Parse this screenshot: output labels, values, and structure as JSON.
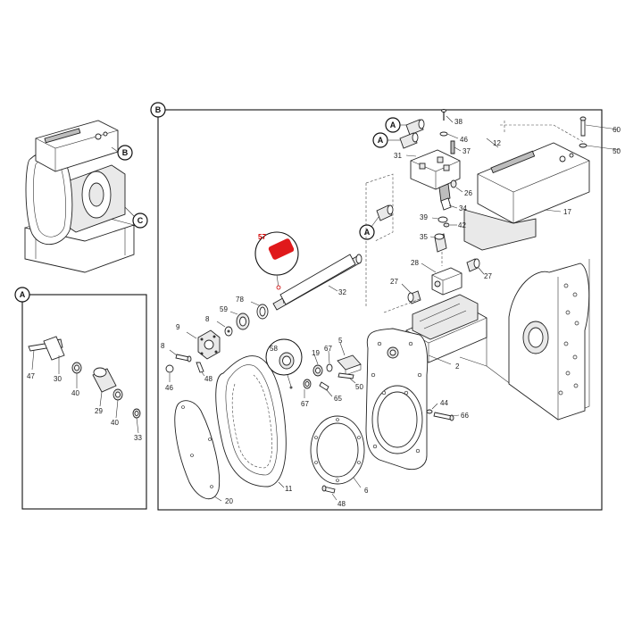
{
  "callouts": {
    "view_a": "A",
    "view_b": "B",
    "view_c": "C",
    "a_ref_1": "A",
    "a_ref_2": "A",
    "a_ref_3": "A"
  },
  "highlight": {
    "part": "57",
    "color": "#e0191b"
  },
  "detail_a": {
    "labels": [
      "47",
      "30",
      "40",
      "29",
      "40",
      "33"
    ]
  },
  "main_labels": {
    "p38": "38",
    "p46": "46",
    "p37": "37",
    "p31": "31",
    "p26": "26",
    "p34": "34",
    "p39": "39",
    "p42": "42",
    "p35": "35",
    "p28": "28",
    "p27a": "27",
    "p27b": "27",
    "p12": "12",
    "p60": "60",
    "p50a": "50",
    "p17": "17",
    "p32": "32",
    "p78": "78",
    "p59": "59",
    "p9": "9",
    "p8a": "8",
    "p8b": "8",
    "p46b": "46",
    "p48a": "48",
    "p58": "58",
    "p19": "19",
    "p67a": "67",
    "p5": "5",
    "p50b": "50",
    "p65": "65",
    "p67b": "67",
    "p2": "2",
    "p44": "44",
    "p66": "66",
    "p20": "20",
    "p11": "11",
    "p6": "6",
    "p48b": "48"
  }
}
